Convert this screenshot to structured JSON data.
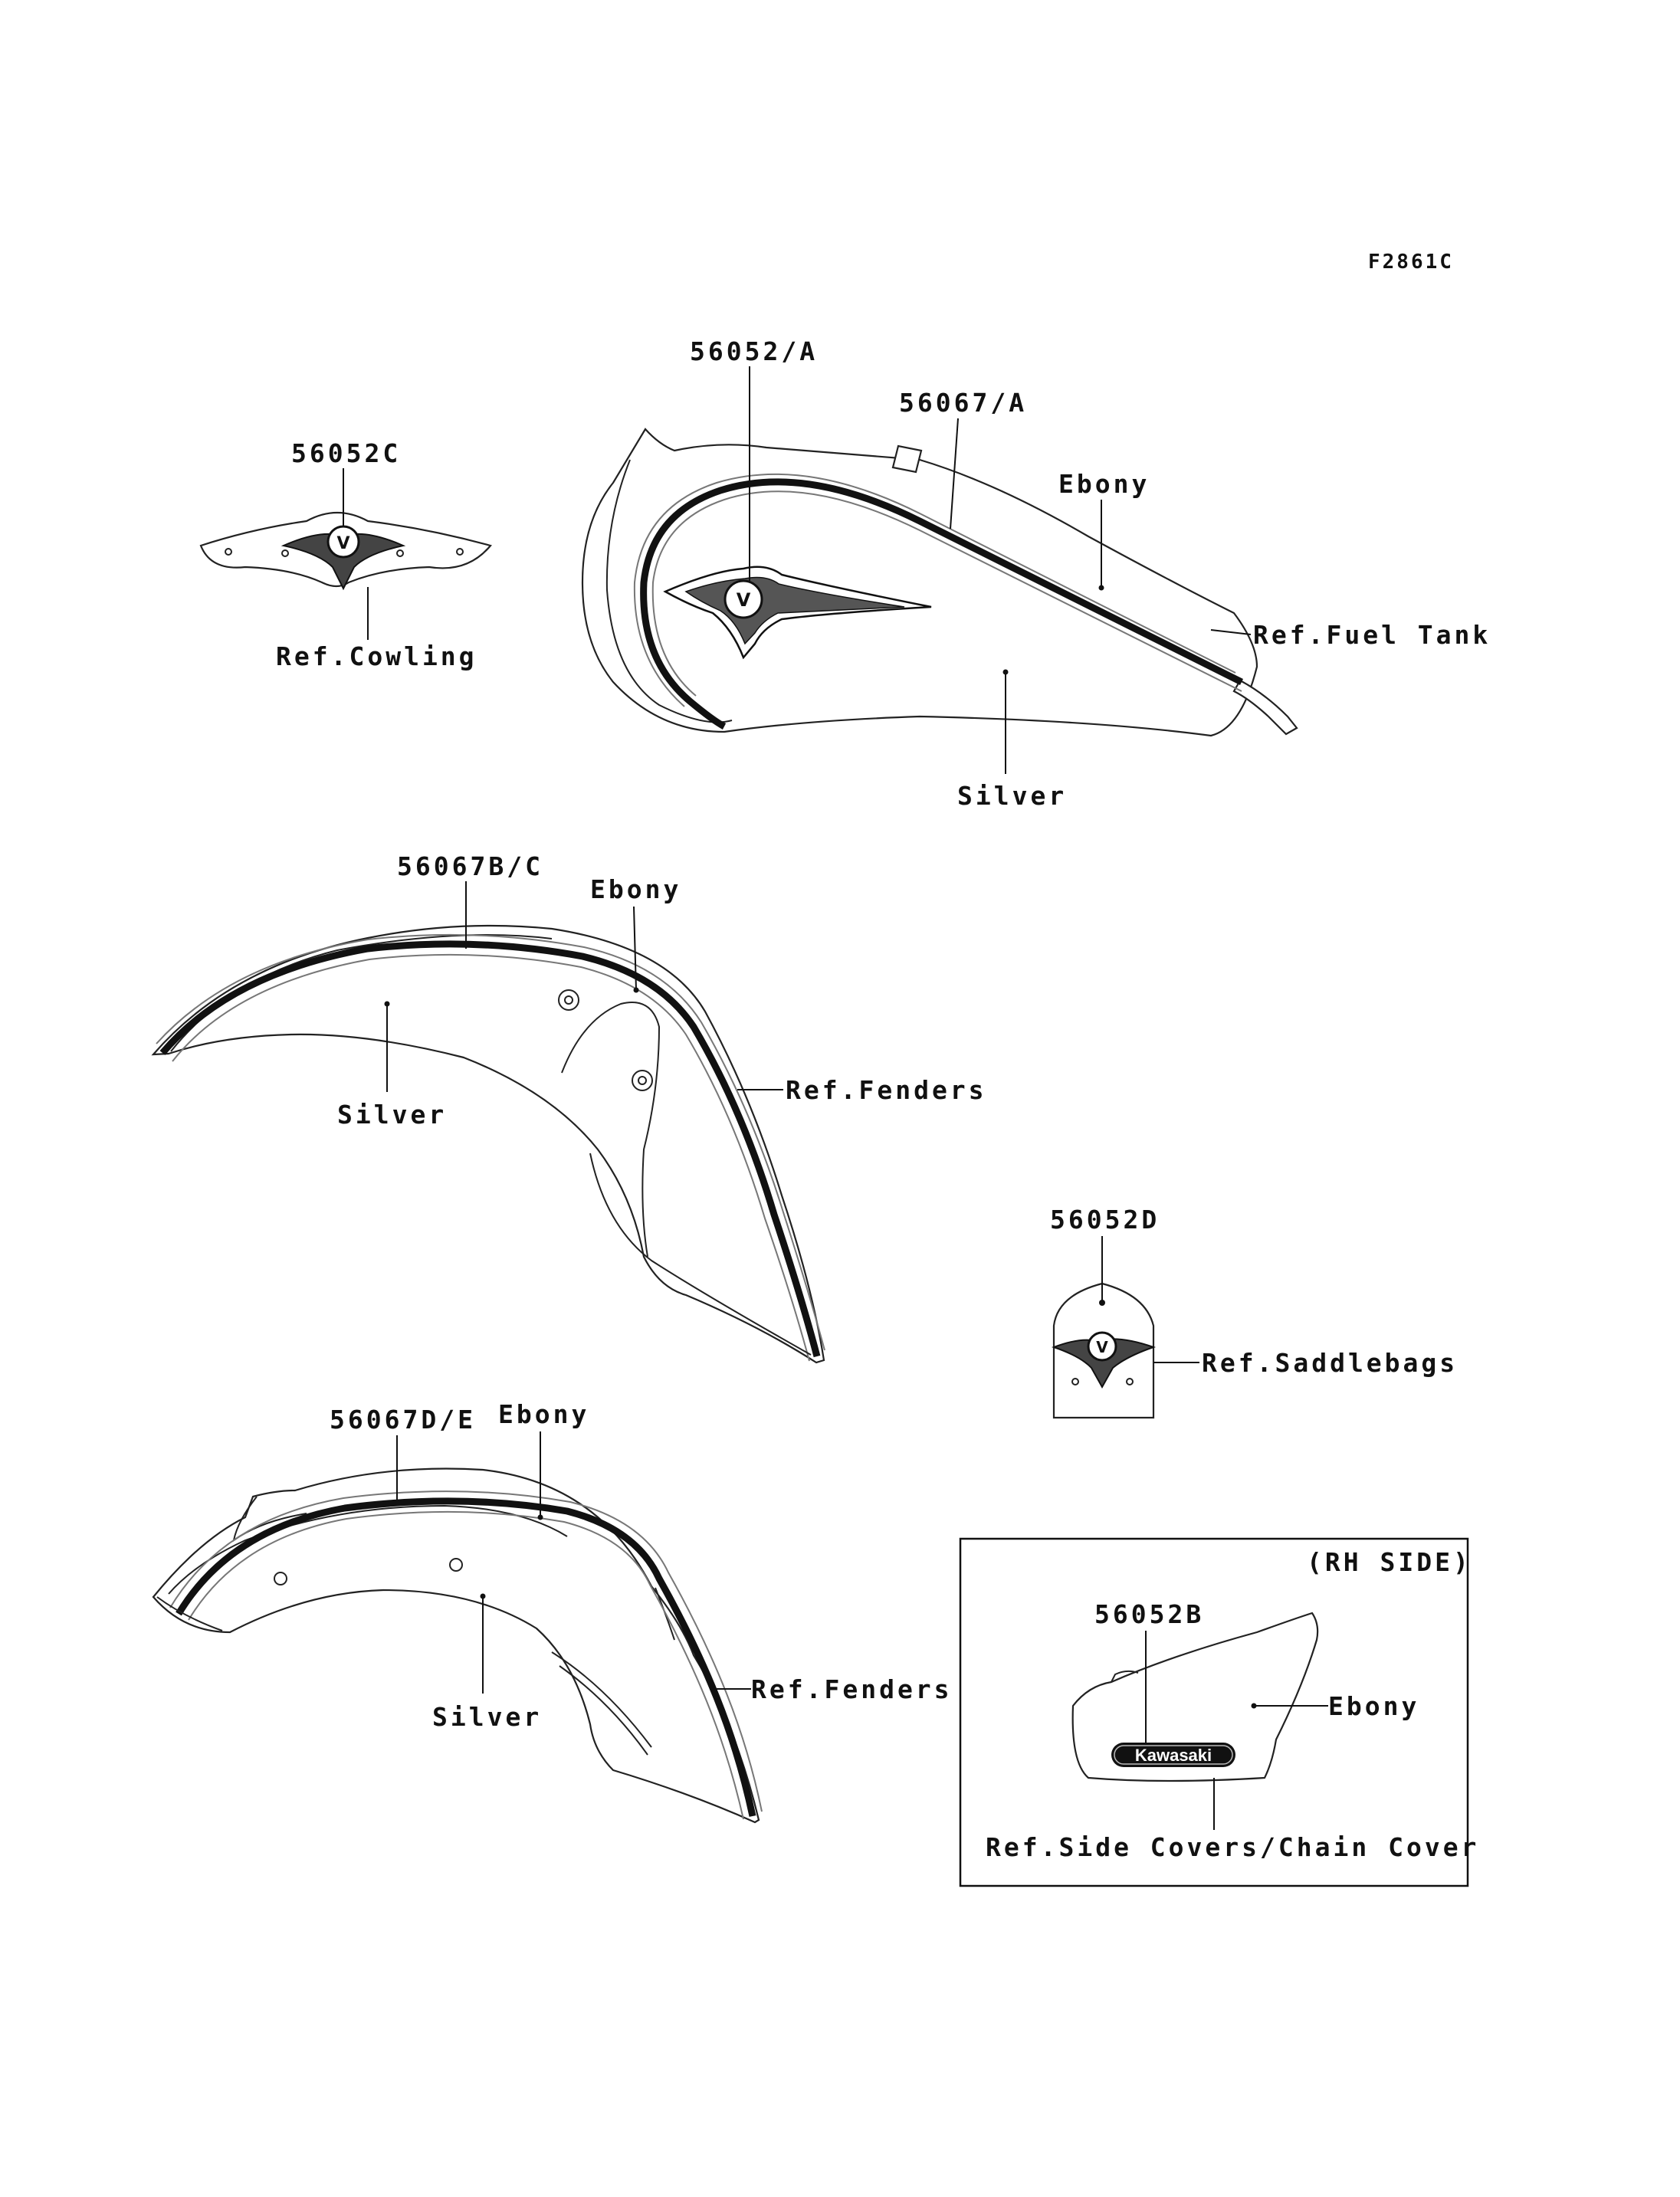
{
  "figure_code": "F2861C",
  "cowling": {
    "part_number": "56052C",
    "ref": "Ref.Cowling"
  },
  "fuel_tank": {
    "emblem_part_number": "56052/A",
    "stripe_part_number": "56067/A",
    "color_upper": "Ebony",
    "color_lower": "Silver",
    "ref": "Ref.Fuel Tank"
  },
  "front_fender": {
    "part_number": "56067B/C",
    "color_upper": "Ebony",
    "color_lower": "Silver",
    "ref": "Ref.Fenders"
  },
  "saddlebag": {
    "part_number": "56052D",
    "ref": "Ref.Saddlebags"
  },
  "rear_fender": {
    "part_number": "56067D/E",
    "color_upper": "Ebony",
    "color_lower": "Silver",
    "ref": "Ref.Fenders"
  },
  "side_cover": {
    "side_note": "(RH SIDE)",
    "part_number": "56052B",
    "color": "Ebony",
    "badge_text": "Kawasaki",
    "ref": "Ref.Side Covers/Chain Cover"
  }
}
